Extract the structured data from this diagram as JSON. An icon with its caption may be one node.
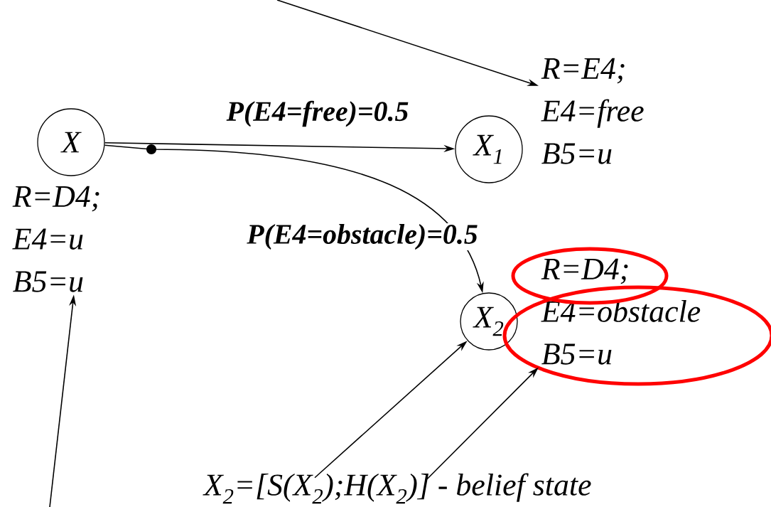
{
  "diagram": {
    "nodes": [
      {
        "text": [
          "X"
        ]
      },
      {
        "text": [
          "X$_{1}$"
        ]
      },
      {
        "text": [
          "X$_{2}$"
        ]
      },
      {
        "text": [
          "R=D4; E4=u B5=u"
        ]
      },
      {
        "text": [
          "R=E4; E4=free B5=u"
        ]
      },
      {
        "text": [
          "R=D4; E4=obstacle B5=u"
        ]
      },
      {
        "text": [
          "X$_{2}$=[S(X$_{2}$);H(X$_{2}$)] - belief state"
        ]
      }
    ],
    "edges": [
      {
        "from": 0,
        "to": 1,
        "arrow": "to",
        "label": "P(E4=free)=0.5"
      },
      {
        "from": 0,
        "to": 2,
        "arrow": "to",
        "label": "P(E4=obstacle)=0.5"
      },
      {
        "from": null,
        "to": 4,
        "arrow": "to"
      },
      {
        "from": null,
        "to": 3,
        "arrow": "to"
      },
      {
        "from": 6,
        "to": 2,
        "arrow": "to"
      },
      {
        "from": 6,
        "to": 5,
        "arrow": "to"
      }
    ]
  }
}
